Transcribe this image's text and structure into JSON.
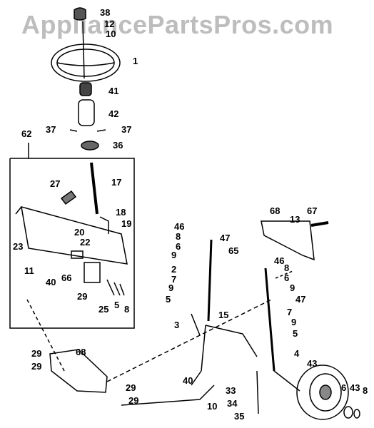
{
  "watermark": "AppliancePartsPros.com",
  "callouts": [
    "38",
    "12",
    "10",
    "1",
    "41",
    "42",
    "37",
    "37",
    "36",
    "62",
    "17",
    "27",
    "18",
    "19",
    "20",
    "22",
    "23",
    "11",
    "66",
    "40",
    "29",
    "25",
    "5",
    "8",
    "46",
    "8",
    "6",
    "9",
    "2",
    "7",
    "9",
    "5",
    "47",
    "65",
    "15",
    "68",
    "13",
    "67",
    "46",
    "8",
    "6",
    "9",
    "47",
    "7",
    "9",
    "5",
    "3",
    "4",
    "40",
    "10",
    "68",
    "29",
    "29",
    "29",
    "29",
    "33",
    "34",
    "35",
    "43",
    "6",
    "43",
    "8"
  ]
}
